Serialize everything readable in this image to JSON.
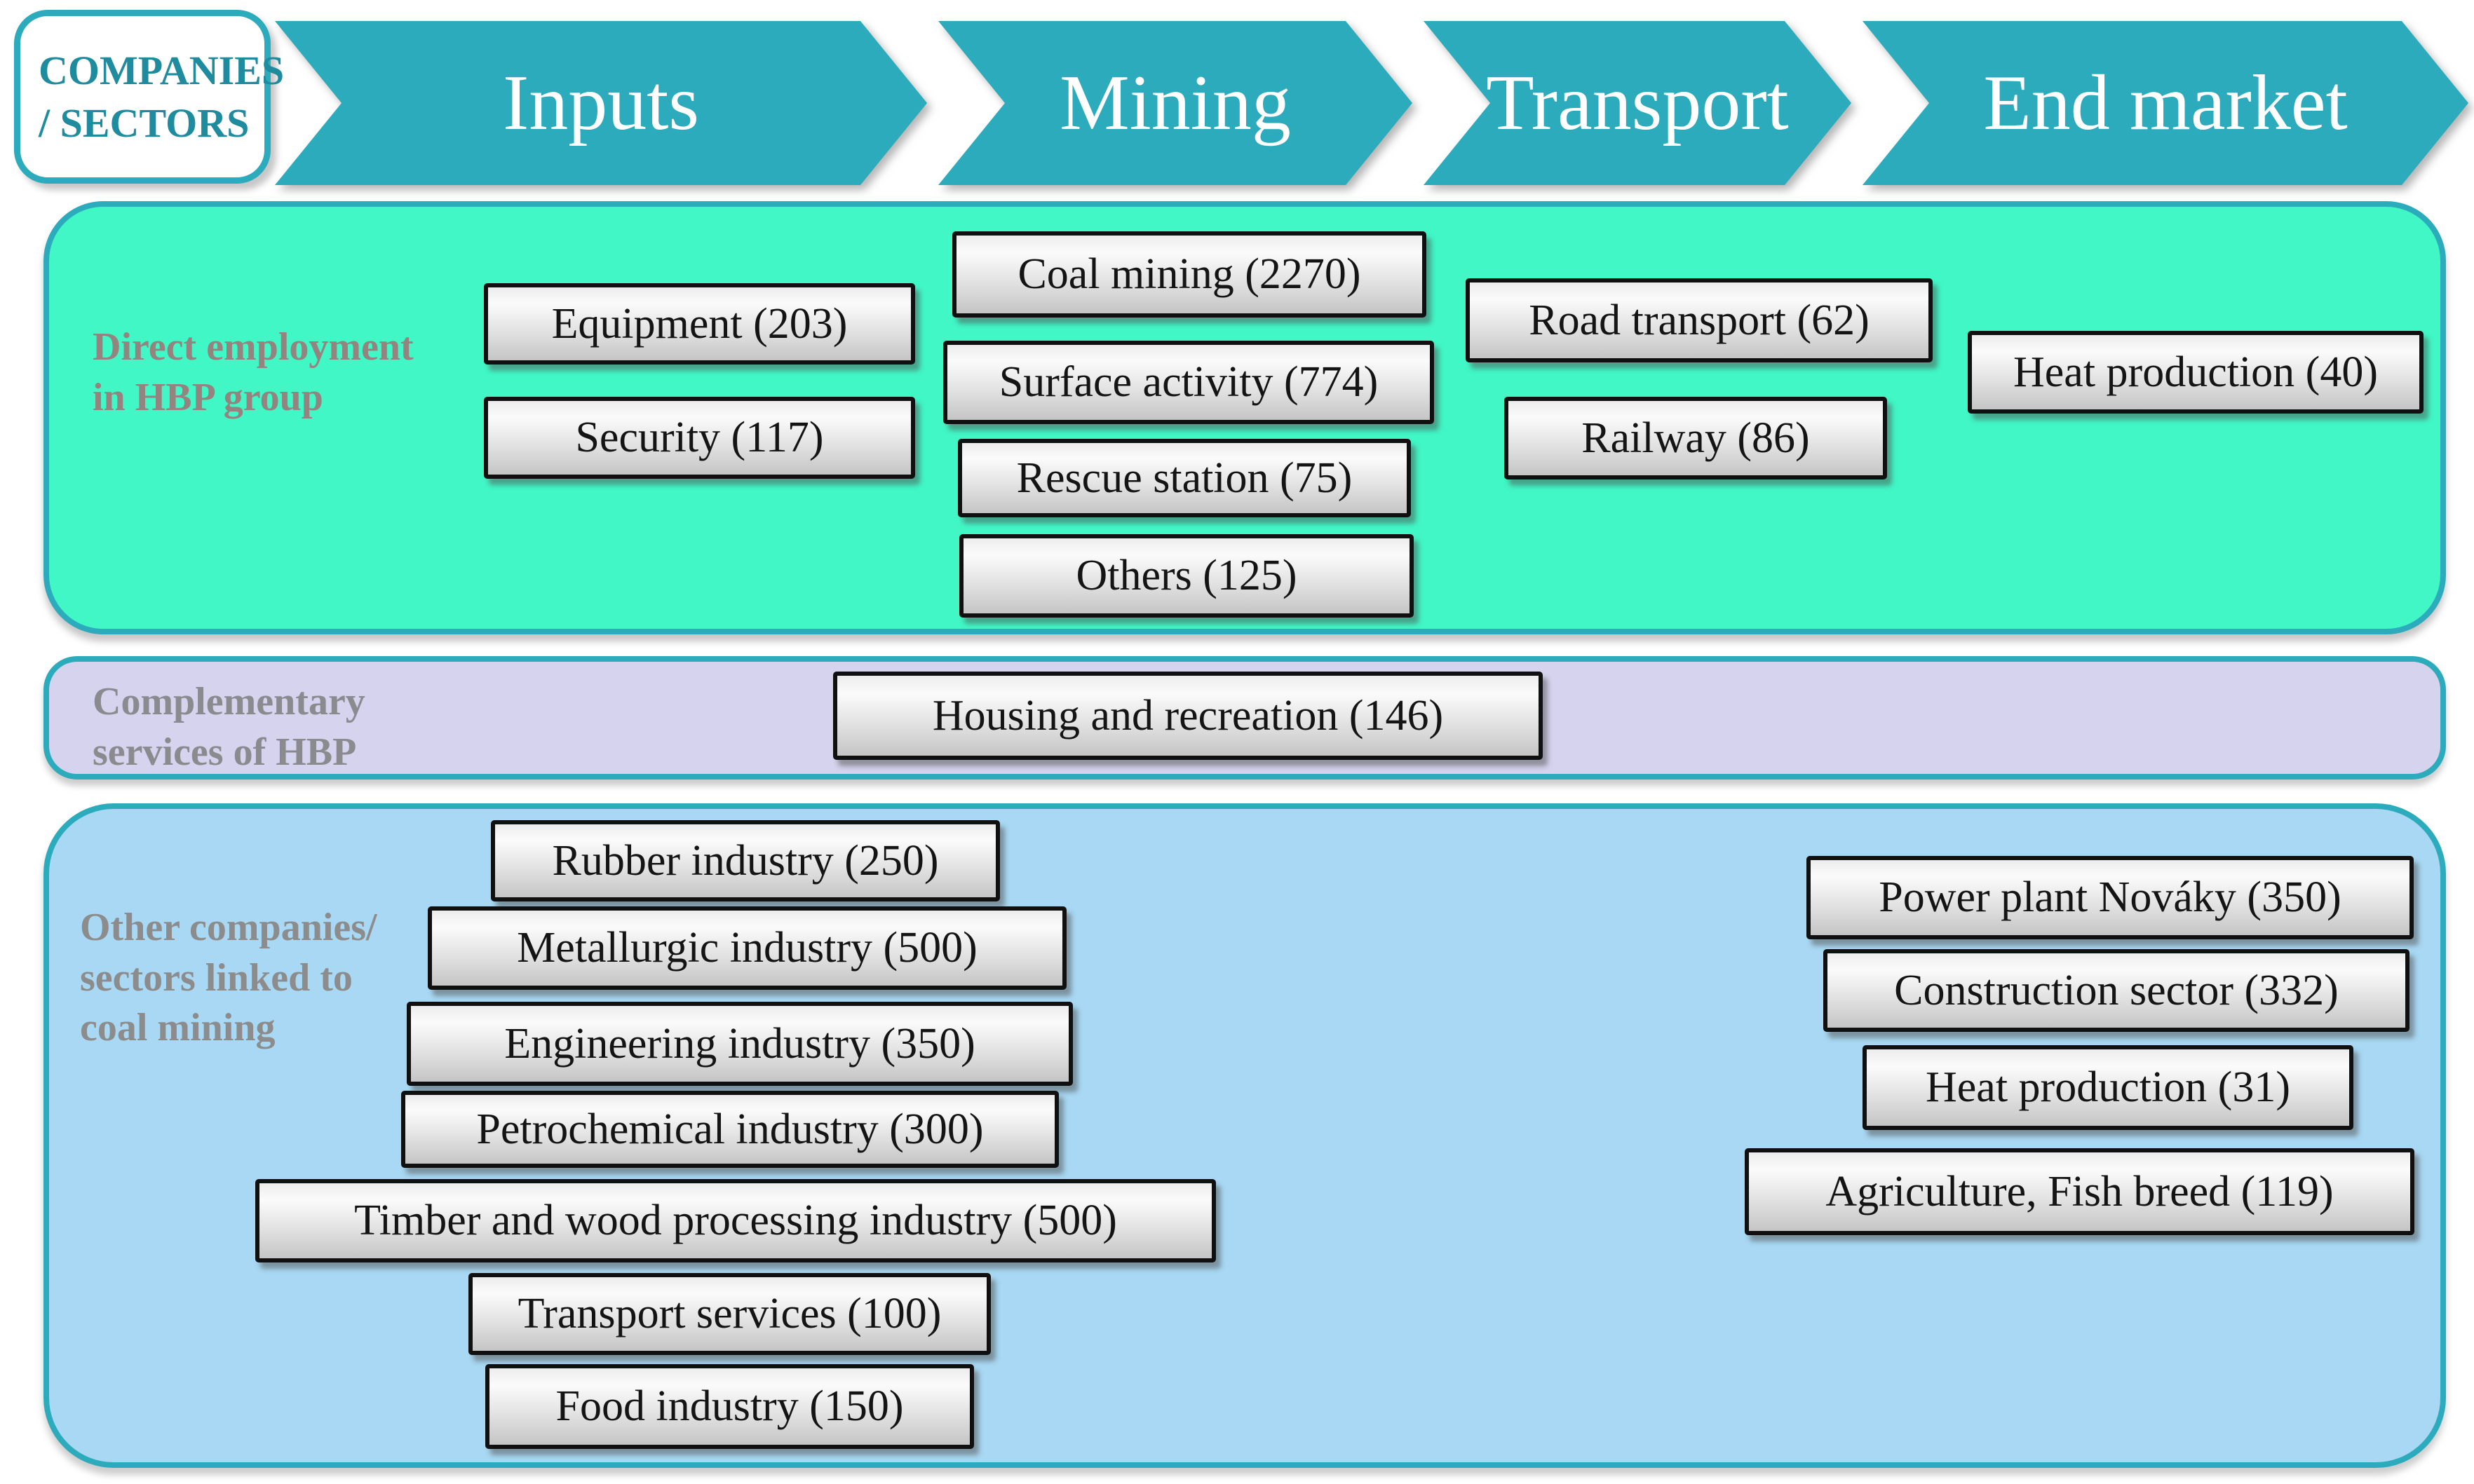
{
  "figure": {
    "type": "value-chain-diagram",
    "title": "COMPANIES / SECTORS"
  },
  "colors": {
    "teal_accent": "#2cabbc",
    "band_direct_fill": "#41f7c6",
    "band_complementary_fill": "#d5d3ed",
    "band_other_fill": "#a8d8f3",
    "box_border": "#101010",
    "box_text": "#141414",
    "arrow_text": "#ffffff",
    "companies_text": "#1e8b9e",
    "label_direct": "#94837e",
    "label_complementary": "#8a8a8f",
    "label_other": "#8c8c8c"
  },
  "header": {
    "companies_box_label": "COMPANIES\n/ SECTORS",
    "arrows": [
      {
        "label": "Inputs"
      },
      {
        "label": "Mining"
      },
      {
        "label": "Transport"
      },
      {
        "label": "End market"
      }
    ]
  },
  "sections": [
    {
      "id": "direct-employment",
      "label": "Direct employment\nin HBP group",
      "boxes": [
        {
          "name": "Equipment",
          "count": 203,
          "label": "Equipment (203)",
          "stage": "Inputs"
        },
        {
          "name": "Security",
          "count": 117,
          "label": "Security (117)",
          "stage": "Inputs"
        },
        {
          "name": "Coal mining",
          "count": 2270,
          "label": "Coal mining (2270)",
          "stage": "Mining"
        },
        {
          "name": "Surface activity",
          "count": 774,
          "label": "Surface activity (774)",
          "stage": "Mining"
        },
        {
          "name": "Rescue station",
          "count": 75,
          "label": "Rescue station (75)",
          "stage": "Mining"
        },
        {
          "name": "Others",
          "count": 125,
          "label": "Others (125)",
          "stage": "Mining"
        },
        {
          "name": "Road transport",
          "count": 62,
          "label": "Road transport (62)",
          "stage": "Transport"
        },
        {
          "name": "Railway",
          "count": 86,
          "label": "Railway (86)",
          "stage": "Transport"
        },
        {
          "name": "Heat production",
          "count": 40,
          "label": "Heat production (40)",
          "stage": "End market"
        }
      ]
    },
    {
      "id": "complementary-services",
      "label": "Complementary\nservices of HBP",
      "boxes": [
        {
          "name": "Housing and recreation",
          "count": 146,
          "label": "Housing and recreation (146)"
        }
      ]
    },
    {
      "id": "other-companies",
      "label": "Other companies/\nsectors linked to\ncoal mining",
      "boxes": [
        {
          "name": "Rubber industry",
          "count": 250,
          "label": "Rubber industry (250)"
        },
        {
          "name": "Metallurgic industry",
          "count": 500,
          "label": "Metallurgic industry (500)"
        },
        {
          "name": "Engineering industry",
          "count": 350,
          "label": "Engineering industry (350)"
        },
        {
          "name": "Petrochemical industry",
          "count": 300,
          "label": "Petrochemical industry (300)"
        },
        {
          "name": "Timber and wood processing industry",
          "count": 500,
          "label": "Timber and wood processing industry (500)"
        },
        {
          "name": "Transport services",
          "count": 100,
          "label": "Transport services (100)"
        },
        {
          "name": "Food industry",
          "count": 150,
          "label": "Food industry (150)"
        },
        {
          "name": "Power plant Nováky",
          "count": 350,
          "label": "Power plant Nováky (350)"
        },
        {
          "name": "Construction sector",
          "count": 332,
          "label": "Construction sector (332)"
        },
        {
          "name": "Heat production",
          "count": 31,
          "label": "Heat production (31)"
        },
        {
          "name": "Agriculture, Fish breed",
          "count": 119,
          "label": "Agriculture, Fish breed (119)"
        }
      ]
    }
  ]
}
